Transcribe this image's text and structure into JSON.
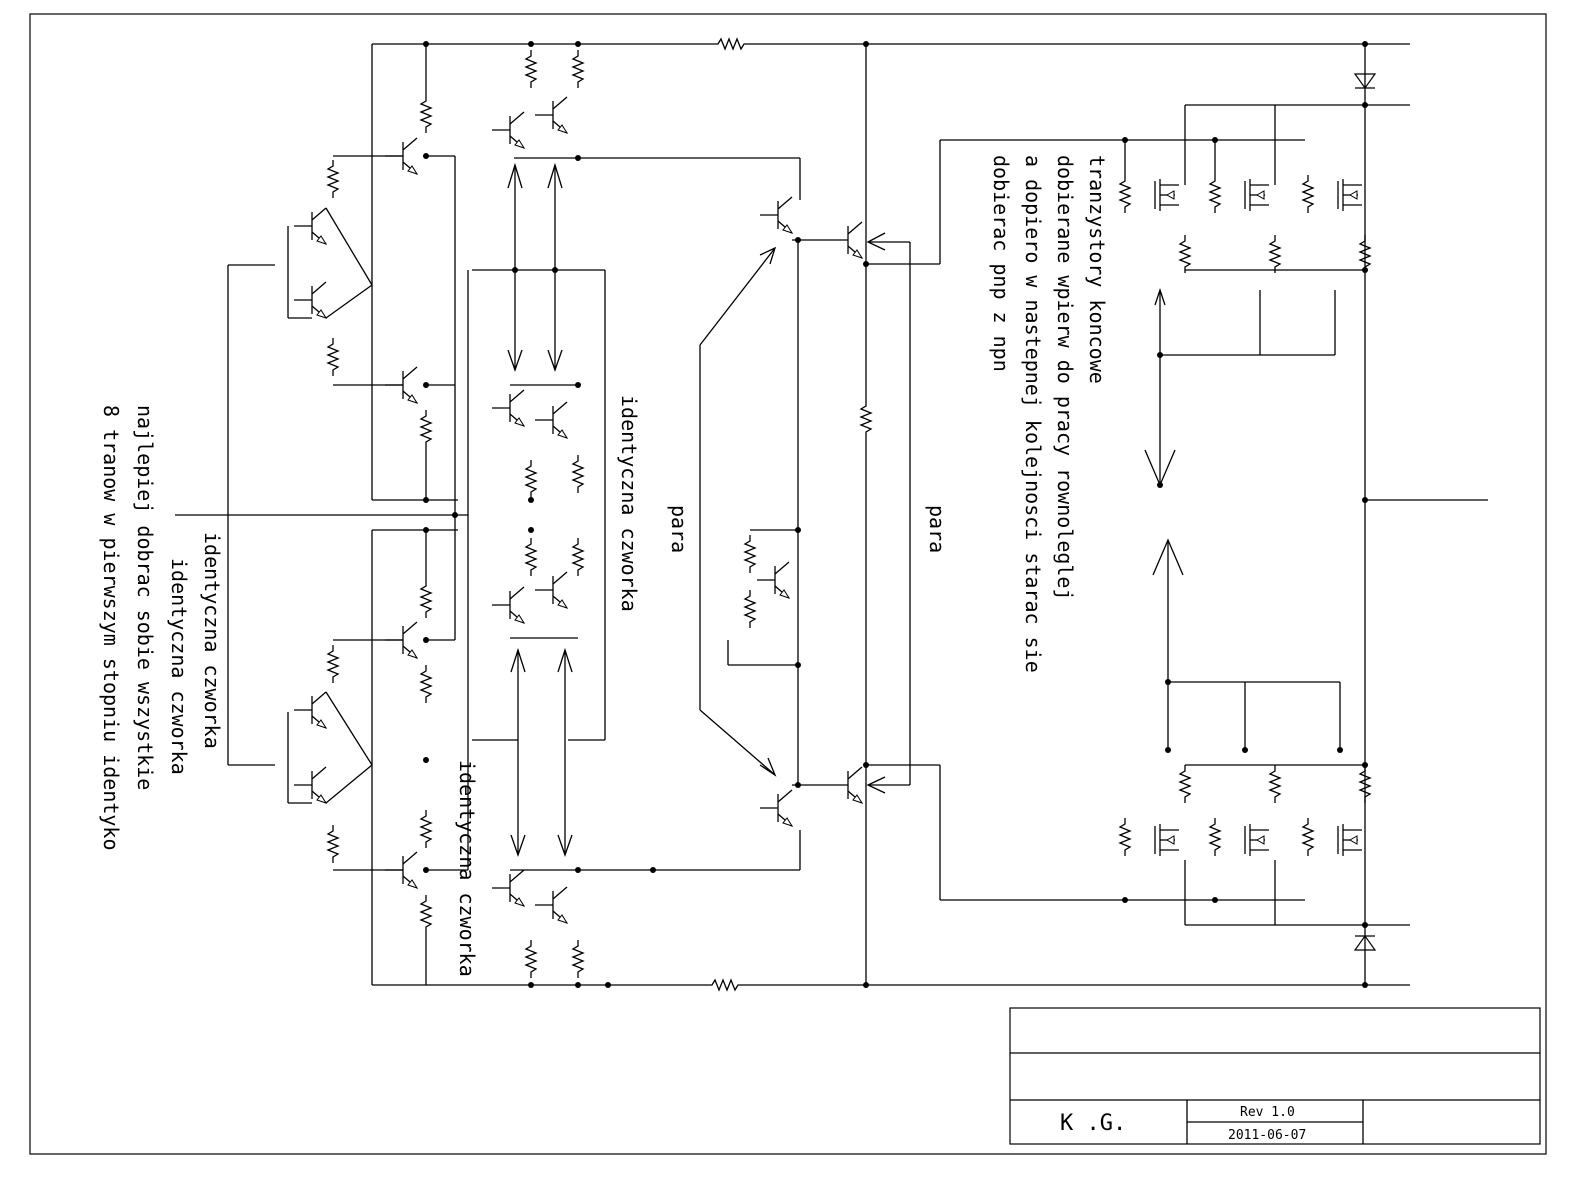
{
  "annotations": {
    "left_line1": "identyczna czworka",
    "left_line2": "identyczna czworka",
    "left_line3": "najlepiej dobrac sobie wszystkie",
    "left_line4": "8 tranow w pierwszym stopniu identyko",
    "mid_upper": "identyczna czworka",
    "mid_lower": "identyczna czworka",
    "pair_left": "para",
    "pair_right": "para",
    "note_line1": "tranzystory koncowe",
    "note_line2": "dobierane wpierw do pracy rownoleglej",
    "note_line3": "a dopiero w nastepnej kolejnosci starac sie",
    "note_line4": "dobierac pnp z npn"
  },
  "title_block": {
    "author": "K .G.",
    "revision": "Rev 1.0",
    "date": "2011-06-07"
  }
}
